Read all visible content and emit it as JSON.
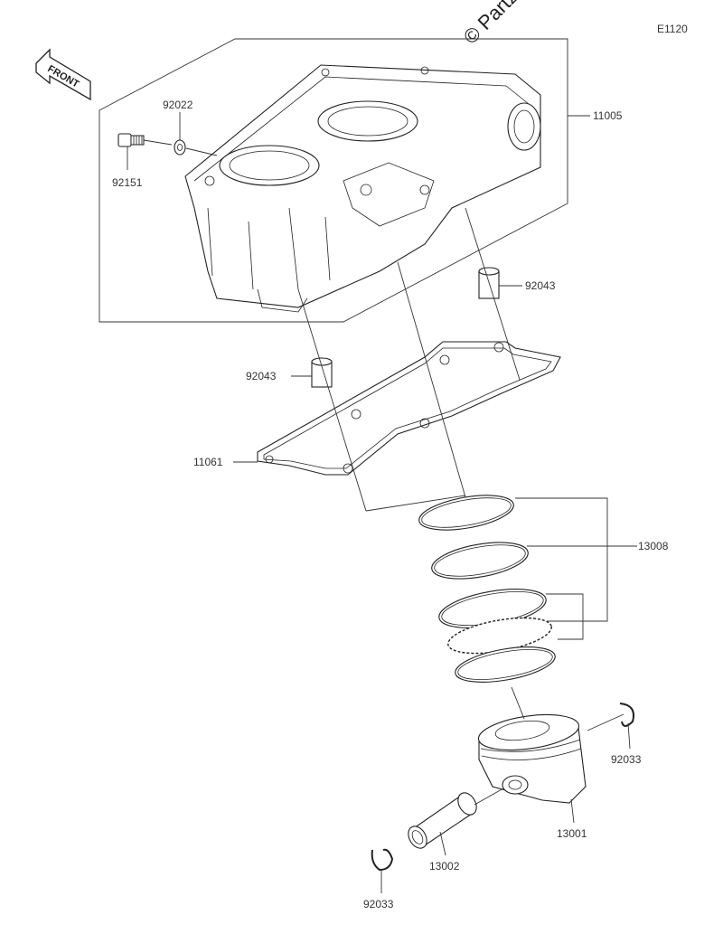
{
  "diagram_code": "E1120",
  "watermark": "© Partz",
  "front_label": "FRONT",
  "parts": {
    "cylinder": "11005",
    "washer": "92022",
    "bolt": "92151",
    "dowel_right": "92043",
    "dowel_left": "92043",
    "gasket": "11061",
    "piston_rings": "13008",
    "piston": "13001",
    "piston_pin": "13002",
    "snap_ring_right": "92033",
    "snap_ring_left": "92033"
  }
}
